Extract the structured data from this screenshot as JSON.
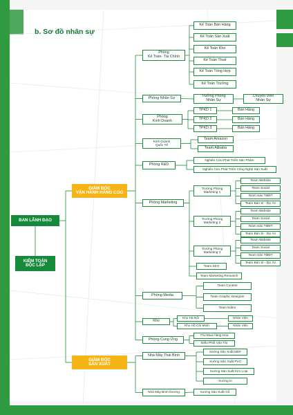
{
  "title": "b. Sơ đồ nhân sự",
  "colors": {
    "accent": "#168a3a",
    "highlight": "#f7b417",
    "line": "#1e8a3c"
  },
  "chart_data": {
    "type": "org_chart",
    "root": {
      "label": "BAN LÃNH ĐẠO"
    },
    "audit": {
      "label": "KIỂM TOÁN\nĐỘC LẬP"
    },
    "ceo1": {
      "label": "GIÁM ĐỐC\nVẬN HÀNH HÃNG COO"
    },
    "ceo2": {
      "label": "GIÁM ĐỐC\nSẢN XUẤT"
    },
    "d": {
      "ketoan": "Phòng\nKế Toán- Tài Chính",
      "nhansu": "Phòng Nhân Sự",
      "kinhdoanh": "Phòng\nKinh Doanh",
      "kdqt": "Kinh Doanh\nQuốc Tế",
      "rd": "Phòng R&D",
      "marketing": "Phòng Marketing",
      "media": "Phòng Media",
      "kho": "Kho",
      "cungung": "Phòng Cung Ứng",
      "nmtb": "Nhà Máy Thái Bình",
      "nmbd": "Nhà Máy Bình Dương"
    },
    "c": {
      "kt1": "Kế Toán Bán Hàng",
      "kt2": "Kế Toán Sản Xuất",
      "kt3": "Kế Toán Kho",
      "kt4": "Kế Toán Thuế",
      "kt5": "Kế Toán Tổng Hợp",
      "kt6": "Kế Toán Trưởng",
      "tpns": "Trưởng Phòng\nNhân Sự",
      "cvns": "Chuyên Viên\nNhân Sự",
      "tpkd1": "TPKD 1",
      "tpkd2": "TPKD 2",
      "tpkd3": "TPKD 3",
      "bh1": "Bán Hàng",
      "bh2": "Bán Hàng",
      "bh3": "Bán Hàng",
      "amazon": "Team Amazon",
      "alibaba": "Team Alibaba",
      "rd1": "Nghiên Cứu Phát Triển Sản Phẩm",
      "rd2": "Nghiên Cứu Phát Triển Công Nghệ Sản Xuất",
      "tpm1": "Trưởng Phòng\nMarketing 1",
      "tpm2": "Trưởng Phòng\nMarketing 2",
      "tpm3": "Trưởng Phòng\nMarketing 3",
      "m1a": "Team Website",
      "m1b": "Team Social",
      "m1c": "Team Sàn TMĐT",
      "m1d": "Team Bán Sỉ - Dự Án",
      "m2a": "Team Website",
      "m2b": "Team Social",
      "m2c": "Team Sàn TMĐT",
      "m2d": "Team Bán Sỉ - Dự Án",
      "m3a": "Team Website",
      "m3b": "Team Social",
      "m3c": "Team Sàn TMĐT",
      "m3d": "Team Bán Sỉ - Dự Án",
      "seo": "Team SEO",
      "research": "Team Marketing Research",
      "content": "Team Content",
      "graphic": "Team Graphic Designer",
      "editor": "Team Editor",
      "khohn": "Kho Hà Nội",
      "khohcm": "Kho Hồ Chí Minh",
      "nv1": "Nhân Viên",
      "nv2": "Nhân Viên",
      "thumua": "Thu Mua Hàng Hóa",
      "vantai": "Điều Phối Vận Tải",
      "mdf": "Xưởng Sản Xuất MDF",
      "pvc": "Xưởng Sản Xuất PVC",
      "kimloai": "Xưởng Sản Xuất Kim Loại",
      "xin": "Xưởng In",
      "go": "Xưởng Sản Xuất Gỗ"
    }
  }
}
